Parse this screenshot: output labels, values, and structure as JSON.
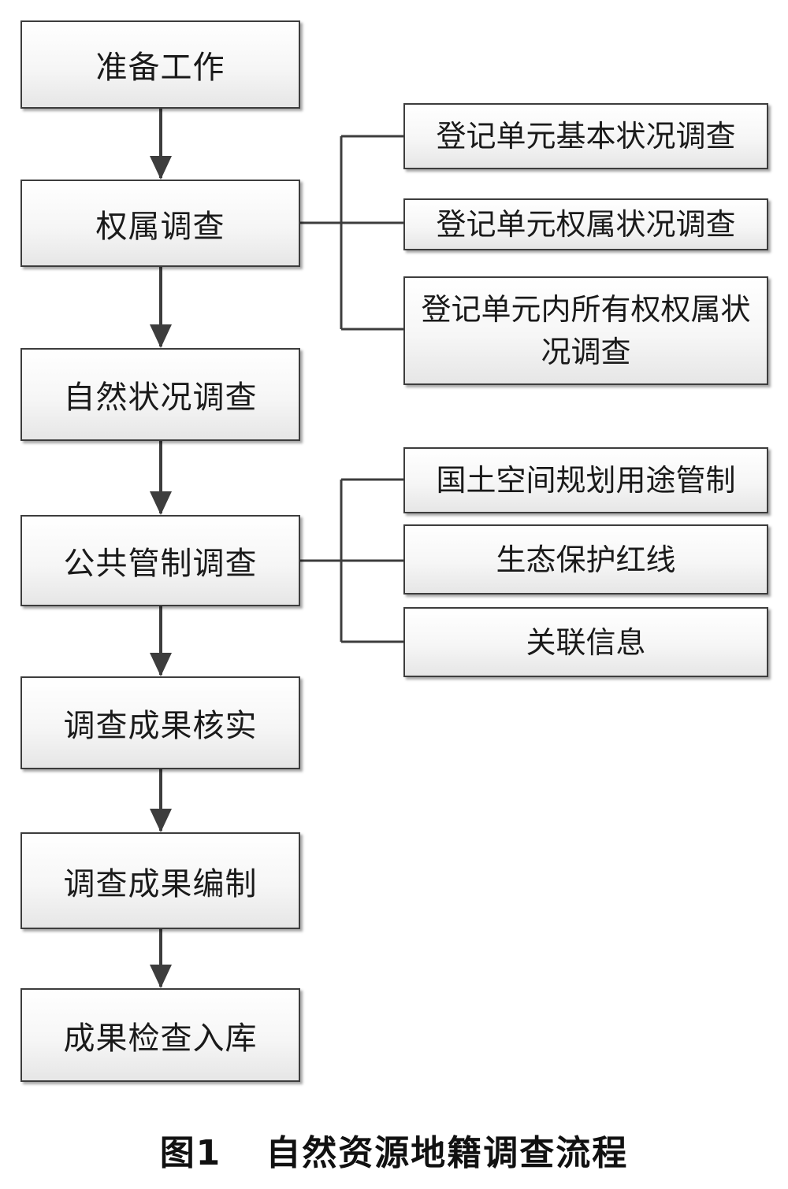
{
  "main_steps": [
    "准备工作",
    "权属调查",
    "自然状况调查",
    "公共管制调查",
    "调查成果核实",
    "调查成果编制",
    "成果检查入库"
  ],
  "ownership_branch": [
    "登记单元基本状况调查",
    "登记单元权属状况调查",
    "登记单元内所有权权属状况调查"
  ],
  "control_branch": [
    "国土空间规划用途管制",
    "生态保护红线",
    "关联信息"
  ],
  "caption": {
    "figure_number": "图1",
    "title": "自然资源地籍调查流程"
  }
}
